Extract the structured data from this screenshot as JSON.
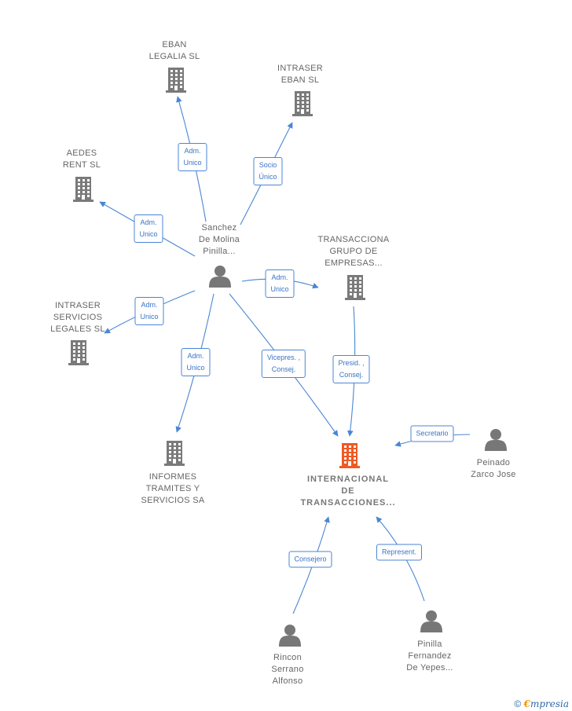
{
  "colors": {
    "company": "#7a7a7a",
    "focus_company": "#ee5a24",
    "person": "#777777",
    "edge": "#4a86d4"
  },
  "nodes": {
    "eban": {
      "type": "company",
      "lines": [
        "EBAN",
        "LEGALIA SL"
      ]
    },
    "intraser_eban": {
      "type": "company",
      "lines": [
        "INTRASER",
        "EBAN SL"
      ]
    },
    "aedes": {
      "type": "company",
      "lines": [
        "AEDES",
        "RENT SL"
      ]
    },
    "transacciona": {
      "type": "company",
      "lines": [
        "TRANSACCIONA",
        "GRUPO DE",
        "EMPRESAS..."
      ]
    },
    "intraser_servicios": {
      "type": "company",
      "lines": [
        "INTRASER",
        "SERVICIOS",
        "LEGALES SL"
      ]
    },
    "informes": {
      "type": "company",
      "lines": [
        "INFORMES",
        "TRAMITES Y",
        "SERVICIOS SA"
      ]
    },
    "internacional": {
      "type": "focus",
      "lines": [
        "INTERNACIONAL",
        "DE",
        "TRANSACCIONES..."
      ]
    },
    "sanchez": {
      "type": "person",
      "lines": [
        "Sanchez",
        "De Molina",
        "Pinilla..."
      ]
    },
    "peinado": {
      "type": "person",
      "lines": [
        "Peinado",
        "Zarco Jose"
      ]
    },
    "rincon": {
      "type": "person",
      "lines": [
        "Rincon",
        "Serrano",
        "Alfonso"
      ]
    },
    "pinilla": {
      "type": "person",
      "lines": [
        "Pinilla",
        "Fernandez",
        "De Yepes..."
      ]
    }
  },
  "edges": [
    {
      "from": "sanchez",
      "to": "eban",
      "label": [
        "Adm.",
        "Unico"
      ]
    },
    {
      "from": "sanchez",
      "to": "intraser_eban",
      "label": [
        "Socio",
        "Único"
      ]
    },
    {
      "from": "sanchez",
      "to": "aedes",
      "label": [
        "Adm.",
        "Unico"
      ]
    },
    {
      "from": "sanchez",
      "to": "transacciona",
      "label": [
        "Adm.",
        "Unico"
      ]
    },
    {
      "from": "sanchez",
      "to": "intraser_servicios",
      "label": [
        "Adm.",
        "Unico"
      ]
    },
    {
      "from": "sanchez",
      "to": "informes",
      "label": [
        "Adm.",
        "Unico"
      ]
    },
    {
      "from": "sanchez",
      "to": "internacional",
      "label": [
        "Vicepres. ,",
        "Consej."
      ]
    },
    {
      "from": "transacciona",
      "to": "internacional",
      "label": [
        "Presid. ,",
        "Consej."
      ]
    },
    {
      "from": "peinado",
      "to": "internacional",
      "label": [
        "Secretario"
      ]
    },
    {
      "from": "rincon",
      "to": "internacional",
      "label": [
        "Consejero"
      ]
    },
    {
      "from": "pinilla",
      "to": "internacional",
      "label": [
        "Represent."
      ]
    }
  ],
  "footer": {
    "copyright": "©",
    "brand_initial": "€",
    "brand_rest": "mpresia"
  }
}
